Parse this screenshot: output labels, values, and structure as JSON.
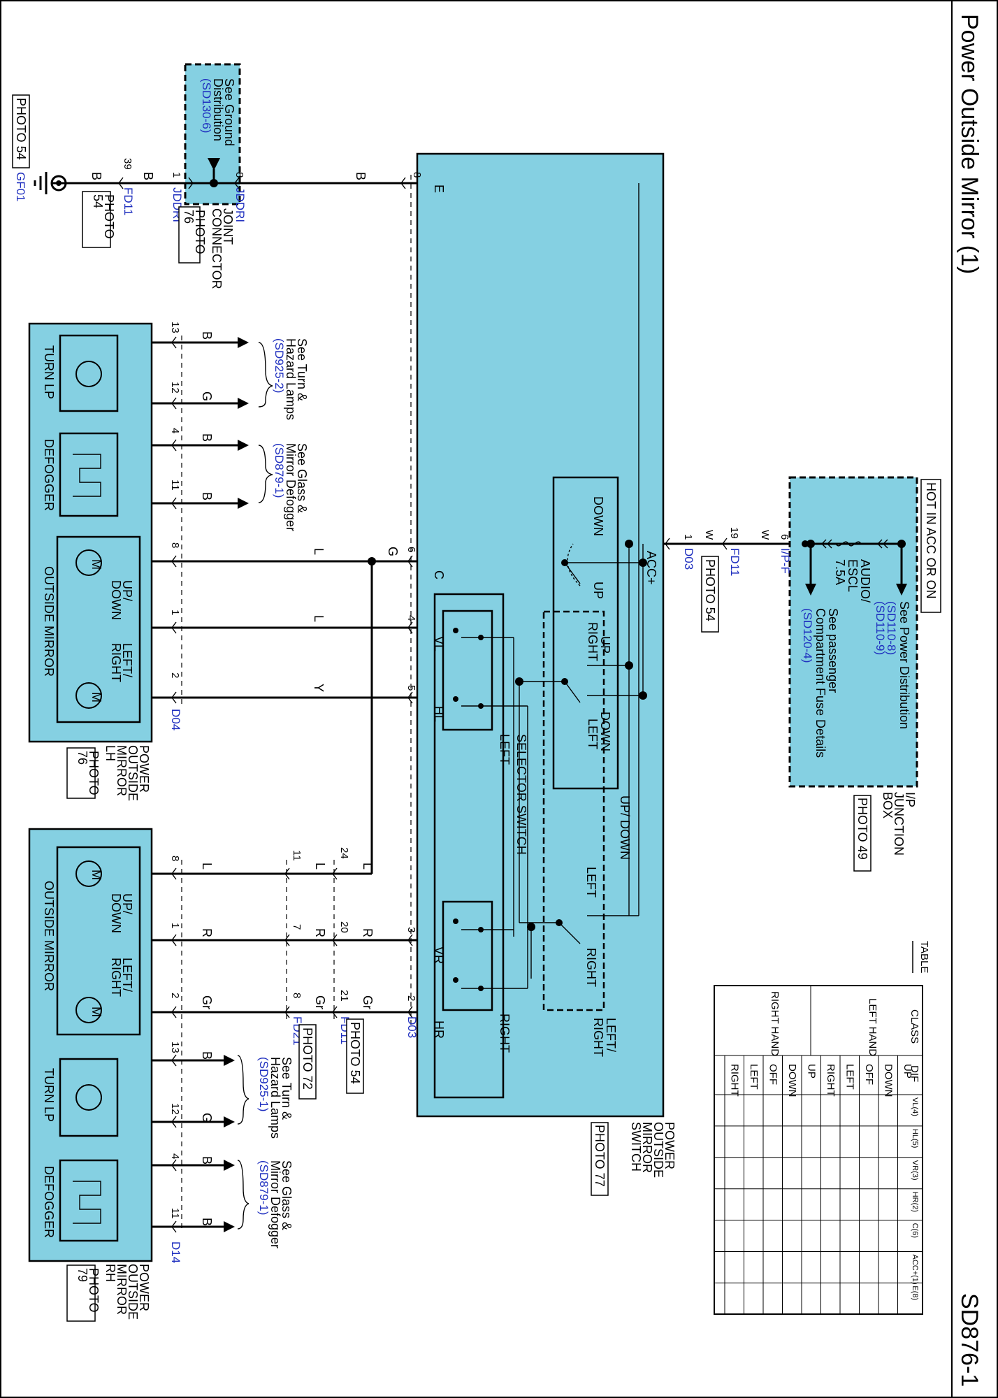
{
  "header": {
    "title": "Power Outside Mirror (1)",
    "page_code": "SD876-1"
  },
  "junction_box": {
    "hot_label": "HOT IN ACC OR ON",
    "name_lines": [
      "I/P",
      "JUNCTION",
      "BOX"
    ],
    "photo": "PHOTO 49",
    "see_power_dist": "See Power Distribution",
    "ref_1": "(SD110-8)",
    "ref_2": "(SD110-9)",
    "fuse_name_1": "AUDIO/",
    "fuse_name_2": "ESCL",
    "fuse_rating": "7.5A",
    "see_passenger_1": "See passenger",
    "see_passenger_2": "Compartment Fuse Details",
    "ref_3": "(SD120-4)",
    "connector": "I/P-F",
    "pin": "6"
  },
  "ground": {
    "see_1": "See Ground",
    "see_2": "Distribution",
    "ref": "(SD130-6)",
    "connector_name": "JDDRI",
    "joint_label_1": "JOINT",
    "joint_label_2": "CONNECTOR",
    "joint_photo_1": "PHOTO",
    "joint_photo_2": "76",
    "pin_in": "8",
    "pin_out": "1",
    "wire_color": "B",
    "fd11_pin": "39",
    "fd11": "FD11",
    "fd11_photo_1": "PHOTO",
    "fd11_photo_2": "54",
    "ground_photo": "PHOTO 54",
    "ground_id": "GF01"
  },
  "switch": {
    "name_lines": [
      "POWER",
      "OUTSIDE",
      "MIRROR",
      "SWITCH"
    ],
    "photo": "PHOTO 77",
    "connector": "D03",
    "selector_label": "SELECTOR SWITCH",
    "left": "LEFT",
    "right": "RIGHT",
    "acc_plus": "ACC+",
    "down": "DOWN",
    "up": "UP",
    "up_right_1": "UP",
    "up_right_2": "RIGHT",
    "down_left_1": "DOWN",
    "down_left_2": "LEFT",
    "up_down": "UP/ DOWN",
    "left_right_1": "LEFT/",
    "left_right_2": "RIGHT",
    "term_e": "E",
    "term_c": "C",
    "term_vl": "VL",
    "term_hl": "HL",
    "term_vr": "VR",
    "term_hr": "HR",
    "fd11": "FD11",
    "fd11_pin": "19",
    "fd11_photo": "PHOTO 54",
    "w": "W",
    "pin_1": "1",
    "pin_2": "2",
    "pin_3": "3",
    "pin_4": "4",
    "pin_5": "5",
    "pin_6": "6",
    "pin_8": "8"
  },
  "mirror_lh": {
    "name_lines": [
      "POWER",
      "OUTSIDE",
      "MIRROR",
      "LH"
    ],
    "photo_1": "PHOTO",
    "photo_2": "76",
    "connector": "D04",
    "turn_lp": "TURN LP",
    "defogger": "DEFOGGER",
    "outside_mirror": "OUTSIDE MIRROR",
    "updown_1": "UP/",
    "updown_2": "DOWN",
    "leftright_1": "LEFT/",
    "leftright_2": "RIGHT",
    "m": "M",
    "see_turn_1": "See Turn &",
    "see_turn_2": "Hazard Lamps",
    "turn_ref": "(SD925-2)",
    "see_glass_1": "See Glass &",
    "see_glass_2": "Mirror Defogger",
    "glass_ref": "(SD879-1)",
    "pins": [
      "13",
      "12",
      "4",
      "11",
      "8",
      "1",
      "2"
    ],
    "colors": [
      "B",
      "G",
      "B",
      "B",
      "L",
      "L",
      "Y",
      "G"
    ]
  },
  "mirror_rh": {
    "name_lines": [
      "POWER",
      "OUTSIDE",
      "MIRROR",
      "RH"
    ],
    "photo_1": "PHOTO",
    "photo_2": "79",
    "connector": "D14",
    "turn_lp": "TURN LP",
    "defogger": "DEFOGGER",
    "outside_mirror": "OUTSIDE MIRROR",
    "updown_1": "UP/",
    "updown_2": "DOWN",
    "leftright_1": "LEFT/",
    "leftright_2": "RIGHT",
    "m": "M",
    "see_turn_1": "See Turn &",
    "see_turn_2": "Hazard Lamps",
    "turn_ref": "(SD925-1)",
    "see_glass_1": "See Glass &",
    "see_glass_2": "Mirror Defogger",
    "glass_ref": "(SD879-1)",
    "pins": [
      "8",
      "1",
      "2",
      "13",
      "12",
      "4",
      "11"
    ],
    "colors": [
      "L",
      "R",
      "Gr",
      "B",
      "G",
      "B",
      "B"
    ],
    "fd21": "FD21",
    "fd21_photo": "PHOTO 72",
    "fd21_pins": [
      "11",
      "7",
      "8"
    ],
    "fd11": "FD11",
    "fd11_photo": "PHOTO 54",
    "fd11_pins": [
      "24",
      "20",
      "21"
    ],
    "wire_l": "L",
    "wire_r": "R",
    "wire_gr": "Gr"
  },
  "table": {
    "caption": "TABLE",
    "class_header": "CLASS",
    "dif_header": "DIF",
    "left_hand": "LEFT HAND",
    "right_hand": "RIGHT HAND",
    "rows": [
      "UP",
      "DOWN",
      "OFF",
      "LEFT",
      "RIGHT",
      "UP",
      "DOWN",
      "OFF",
      "LEFT",
      "RIGHT"
    ],
    "columns": [
      "VL(4)",
      "HL(5)",
      "VR(3)",
      "HR(2)",
      "C(6)",
      "ACC+(1)",
      "E(8)"
    ]
  }
}
